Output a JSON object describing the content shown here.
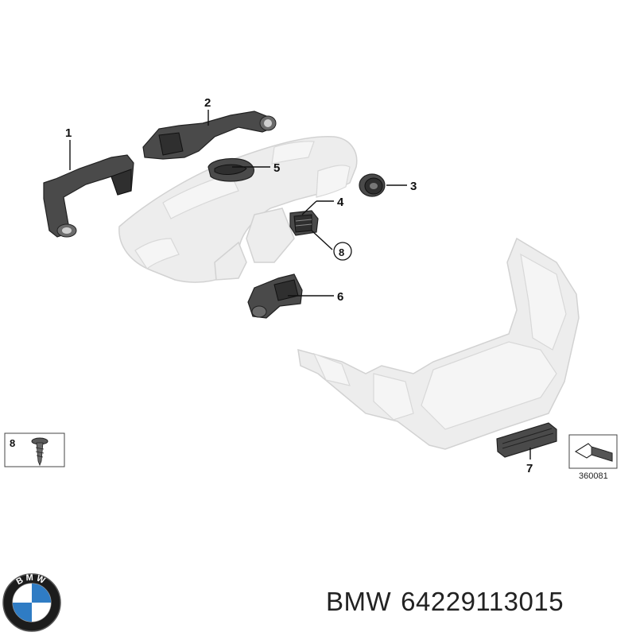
{
  "diagram": {
    "callouts": [
      {
        "id": "1",
        "text": "1"
      },
      {
        "id": "2",
        "text": "2"
      },
      {
        "id": "3",
        "text": "3"
      },
      {
        "id": "4",
        "text": "4"
      },
      {
        "id": "5",
        "text": "5"
      },
      {
        "id": "6",
        "text": "6"
      },
      {
        "id": "7",
        "text": "7"
      },
      {
        "id": "8",
        "text": "8"
      }
    ],
    "screw_box_label": "8",
    "reference_number": "360081"
  },
  "caption": {
    "brand": "BMW",
    "part_number": "64229113015"
  },
  "logo": {
    "text": "BMW",
    "colors": {
      "ring": "#1c1c1c",
      "blue": "#2f7cc4",
      "white": "#ffffff"
    }
  }
}
